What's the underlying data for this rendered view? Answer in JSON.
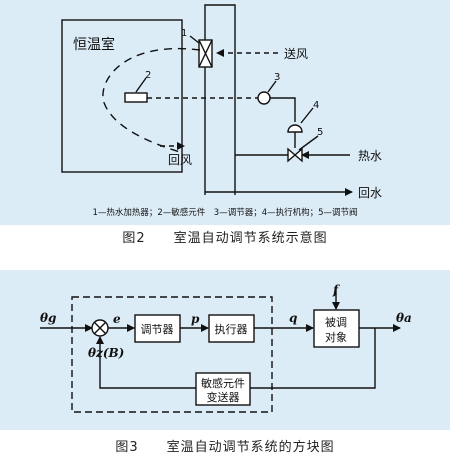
{
  "fig2": {
    "room_label": "恒温室",
    "supply_air_label": "送风",
    "return_air_label": "回风",
    "hot_water_label": "热水",
    "return_water_label": "回水",
    "numbers": [
      "1",
      "2",
      "3",
      "4",
      "5"
    ],
    "legend": "1—热水加热器；2—敏感元件　3—调节器；4—执行机构；5—调节阀",
    "caption": "图2　　室温自动调节系统示意图"
  },
  "fig3": {
    "input_symbol": "θg",
    "error_symbol": "e",
    "p_symbol": "p",
    "q_symbol": "q",
    "disturbance_symbol": "f",
    "output_symbol": "θa",
    "feedback_symbol": "θz(B)",
    "regulator": "调节器",
    "actuator": "执行器",
    "plant_line1": "被调",
    "plant_line2": "对象",
    "sensor_line1": "敏感元件",
    "sensor_line2": "变送器",
    "caption": "图3　　室温自动调节系统的方块图"
  },
  "colors": {
    "panel_bg": "#dcecf7",
    "line": "#111111"
  }
}
